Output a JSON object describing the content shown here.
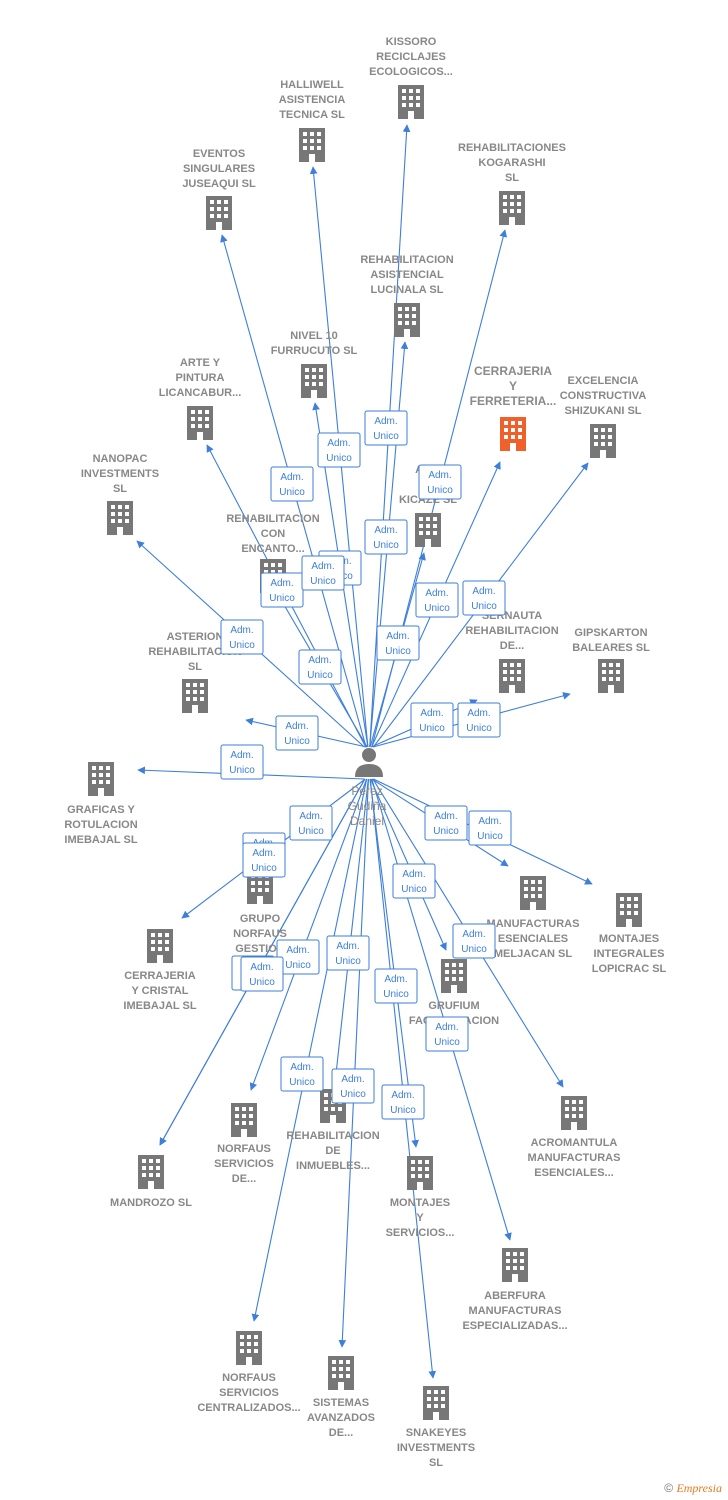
{
  "colors": {
    "edge": "#3d7fd9",
    "building": "#777777",
    "highlight": "#f0602a",
    "label": "#888888"
  },
  "person": {
    "name_lines": [
      "Perez",
      "Gudiña",
      "Daniel"
    ],
    "icon": "person-icon"
  },
  "role_label_lines": [
    "Adm.",
    "Unico"
  ],
  "companies": [
    {
      "id": "kissoro",
      "lines": [
        "KISSORO",
        "RECICLAJES",
        "ECOLOGICOS..."
      ]
    },
    {
      "id": "halliwell",
      "lines": [
        "HALLIWELL",
        "ASISTENCIA",
        "TECNICA SL"
      ]
    },
    {
      "id": "rehab-kogarashi",
      "lines": [
        "REHABILITACIONES",
        "KOGARASHI",
        "SL"
      ]
    },
    {
      "id": "eventos",
      "lines": [
        "EVENTOS",
        "SINGULARES",
        "JUSEAQUI SL"
      ]
    },
    {
      "id": "rehab-lucinala",
      "lines": [
        "REHABILITACION",
        "ASISTENCIAL",
        "LUCINALA SL"
      ]
    },
    {
      "id": "nivel10",
      "lines": [
        "NIVEL 10",
        "FURRUCUTO SL"
      ]
    },
    {
      "id": "cerrajeria-ferreteria",
      "lines": [
        "CERRAJERIA",
        "Y",
        "FERRETERIA..."
      ],
      "highlight": true
    },
    {
      "id": "excelencia",
      "lines": [
        "EXCELENCIA",
        "CONSTRUCTIVA",
        "SHIZUKANI SL"
      ]
    },
    {
      "id": "arte",
      "lines": [
        "ARTE Y",
        "PINTURA",
        "LICANCABUR..."
      ]
    },
    {
      "id": "nanopac",
      "lines": [
        "NANOPAC",
        "INVESTMENTS",
        "SL"
      ]
    },
    {
      "id": "asistencia-kicaze",
      "lines": [
        "ASIS",
        "Y A",
        "KICAZE SL"
      ]
    },
    {
      "id": "rehab-encanto",
      "lines": [
        "REHABILITACION",
        "CON",
        "ENCANTO..."
      ]
    },
    {
      "id": "sernauta",
      "lines": [
        "SERNAUTA",
        "REHABILITACION",
        "DE..."
      ]
    },
    {
      "id": "gipskarton",
      "lines": [
        "GIPSKARTON",
        "BALEARES SL"
      ]
    },
    {
      "id": "asterion",
      "lines": [
        "ASTERION",
        "REHABILITACION",
        "SL"
      ]
    },
    {
      "id": "graficas",
      "lines": [
        "GRAFICAS Y",
        "ROTULACION",
        "IMEBAJAL SL"
      ]
    },
    {
      "id": "grupo-norfaus",
      "lines": [
        "GRUPO",
        "NORFAUS",
        "GESTION"
      ]
    },
    {
      "id": "manufacturas-meljacan",
      "lines": [
        "MANUFACTURAS",
        "ESENCIALES",
        "MELJACAN SL"
      ]
    },
    {
      "id": "montajes-lopicrac",
      "lines": [
        "MONTAJES",
        "INTEGRALES",
        "LOPICRAC SL"
      ]
    },
    {
      "id": "cerrajeria-cristal",
      "lines": [
        "CERRAJERIA",
        "Y CRISTAL",
        "IMEBAJAL SL"
      ]
    },
    {
      "id": "grufium",
      "lines": [
        "GRUFIUM",
        "FACTORIZACION"
      ]
    },
    {
      "id": "acromantula",
      "lines": [
        "ACROMANTULA",
        "MANUFACTURAS",
        "ESENCIALES..."
      ]
    },
    {
      "id": "norfaus-servicios-de",
      "lines": [
        "NORFAUS",
        "SERVICIOS",
        "DE..."
      ]
    },
    {
      "id": "rehab-inmuebles",
      "lines": [
        "REHABILITACION",
        "DE",
        "INMUEBLES..."
      ]
    },
    {
      "id": "mandrozo",
      "lines": [
        "MANDROZO SL"
      ]
    },
    {
      "id": "montajes-servicios",
      "lines": [
        "MONTAJES",
        "Y",
        "SERVICIOS..."
      ]
    },
    {
      "id": "aberfura",
      "lines": [
        "ABERFURA",
        "MANUFACTURAS",
        "ESPECIALIZADAS..."
      ]
    },
    {
      "id": "norfaus-centralizados",
      "lines": [
        "NORFAUS",
        "SERVICIOS",
        "CENTRALIZADOS..."
      ]
    },
    {
      "id": "sistemas",
      "lines": [
        "SISTEMAS",
        "AVANZADOS",
        "DE..."
      ]
    },
    {
      "id": "snakeyes",
      "lines": [
        "SNAKEYES",
        "INVESTMENTS",
        "SL"
      ]
    }
  ],
  "footer": {
    "copyright": "©",
    "brand": "Empresia"
  }
}
